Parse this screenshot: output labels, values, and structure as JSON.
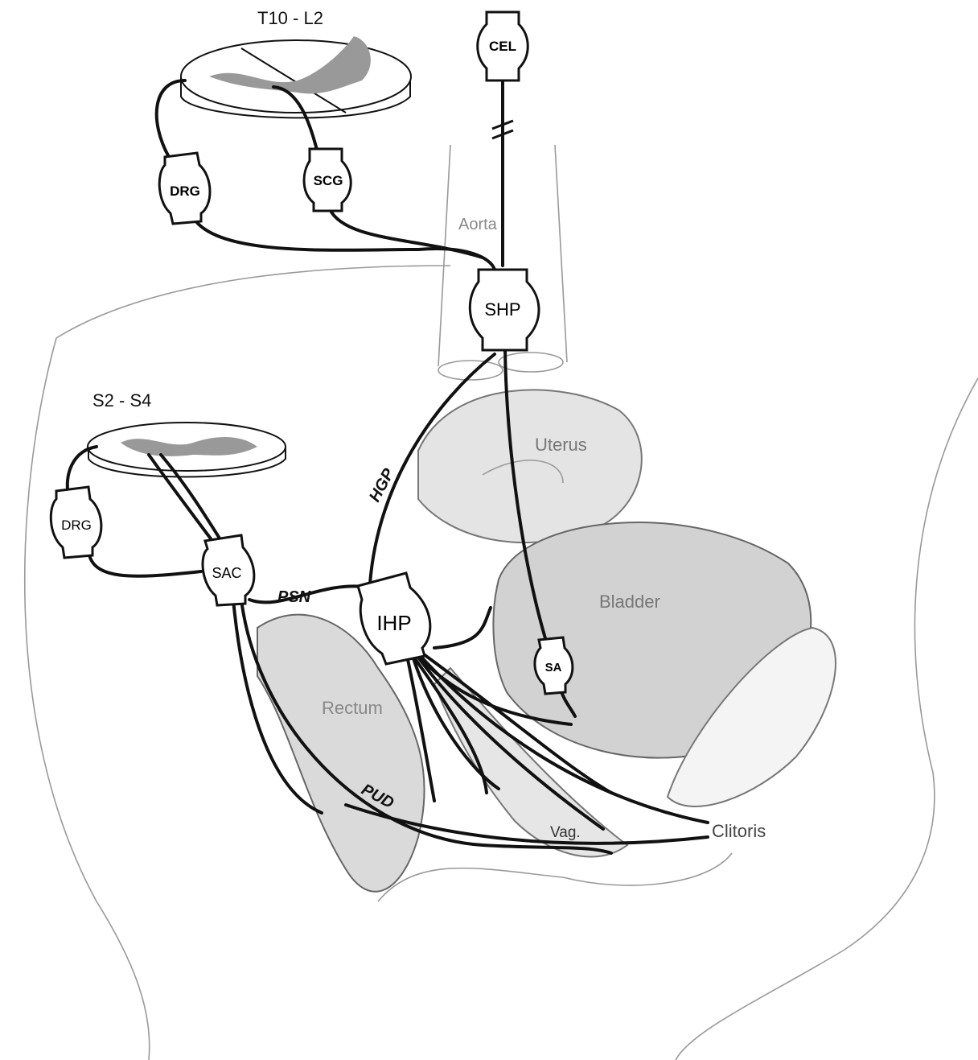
{
  "title": "Innervation of female pelvic organs",
  "spinal_segments": {
    "upper": "T10 - L2",
    "lower": "S2 - S4"
  },
  "ganglia": {
    "cel": "CEL",
    "drg_upper": "DRG",
    "scg": "SCG",
    "shp": "SHP",
    "drg_lower": "DRG",
    "sac": "SAC",
    "ihp": "IHP",
    "sa": "SA"
  },
  "nerves": {
    "hgp": "HGP",
    "psn": "PSN",
    "pud": "PUD"
  },
  "organs": {
    "aorta": "Aorta",
    "uterus": "Uterus",
    "bladder": "Bladder",
    "rectum": "Rectum",
    "vagina": "Vag.",
    "clitoris": "Clitoris"
  }
}
